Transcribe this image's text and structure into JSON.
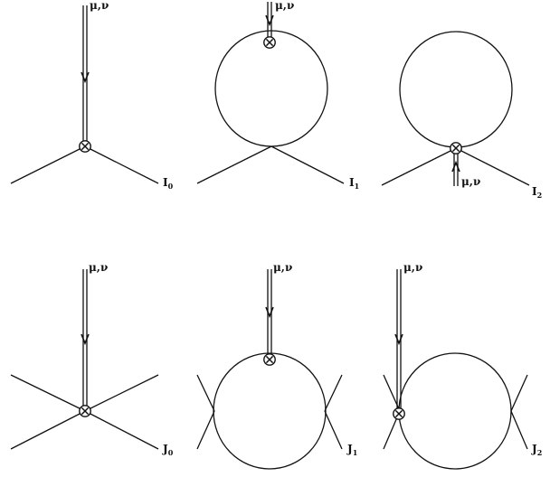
{
  "diagrams": [
    {
      "label": "I",
      "subscript": "0",
      "index_label": "μ,ν"
    },
    {
      "label": "I",
      "subscript": "1",
      "index_label": "μ,ν"
    },
    {
      "label": "I",
      "subscript": "2",
      "index_label": "μ,ν"
    },
    {
      "label": "J",
      "subscript": "0",
      "index_label": "μ,ν"
    },
    {
      "label": "J",
      "subscript": "1",
      "index_label": "μ,ν"
    },
    {
      "label": "J",
      "subscript": "2",
      "index_label": "μ,ν"
    }
  ],
  "colors": {
    "ink": "#111111",
    "background": "#ffffff"
  }
}
